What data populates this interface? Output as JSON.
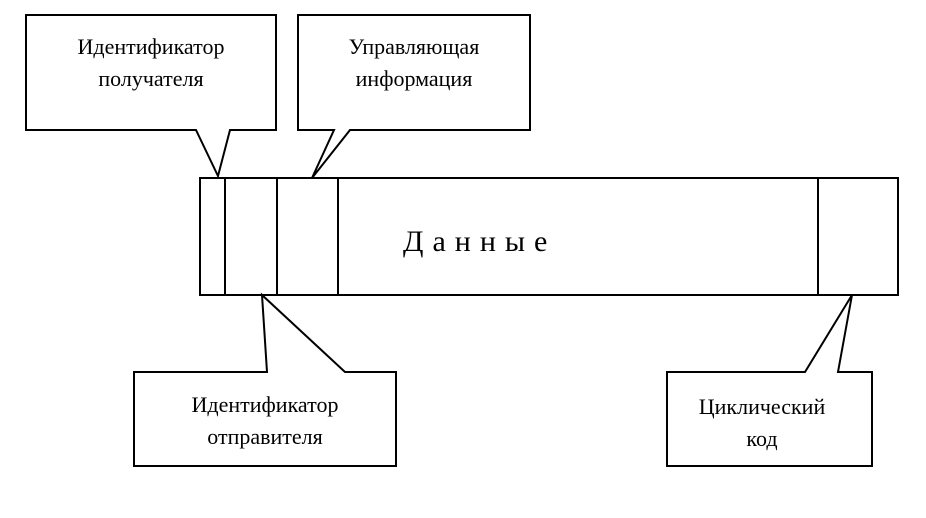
{
  "frame": {
    "data_label": "Данные"
  },
  "callouts": {
    "receiver_id": {
      "line1": "Идентификатор",
      "line2": "получателя"
    },
    "control_info": {
      "line1": "Управляющая",
      "line2": "информация"
    },
    "sender_id": {
      "line1": "Идентификатор",
      "line2": "отправителя"
    },
    "cyclic_code": {
      "line1": "Циклический",
      "line2": "код"
    }
  }
}
